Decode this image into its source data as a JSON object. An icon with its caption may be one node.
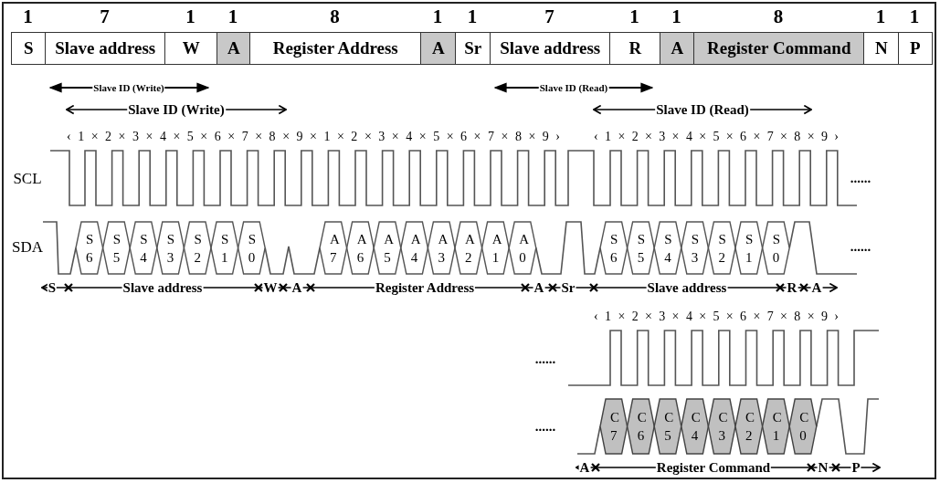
{
  "diagram": {
    "nodes": [
      {
        "text": [
          "S"
        ],
        "beside": [
          "1"
        ]
      },
      {
        "text": [
          "Slave address"
        ],
        "beside": [
          "7"
        ]
      },
      {
        "text": [
          "W"
        ],
        "beside": [
          "1"
        ]
      },
      {
        "text": [
          "A"
        ],
        "beside": [
          "1"
        ]
      },
      {
        "text": [
          "Register Address"
        ],
        "beside": [
          "8"
        ]
      },
      {
        "text": [
          "A"
        ],
        "beside": [
          "1"
        ]
      },
      {
        "text": [
          "Sr"
        ],
        "beside": [
          "1"
        ]
      },
      {
        "text": [
          "Slave address"
        ],
        "beside": [
          "7"
        ]
      },
      {
        "text": [
          "R"
        ],
        "beside": [
          "1"
        ]
      },
      {
        "text": [
          "A"
        ],
        "beside": [
          "1"
        ]
      },
      {
        "text": [
          "Register Command"
        ],
        "beside": [
          "8"
        ]
      },
      {
        "text": [
          "N"
        ],
        "beside": [
          "1"
        ]
      },
      {
        "text": [
          "P"
        ],
        "beside": [
          "1"
        ]
      }
    ],
    "labels": [
      "Slave ID (Write)",
      "Slave ID (Read)",
      "Slave ID (Write)",
      "Slave ID (Read)",
      "‹ 1 × 2 × 3 × 4 × 5 × 6 × 7 × 8 × 9 × 1 × 2 × 3 × 4 × 5 × 6 × 7 × 8 × 9 ›",
      "‹ 1 × 2 × 3 × 4 × 5 × 6 × 7 × 8 × 9 ›",
      "SCL",
      "......",
      "SDA",
      "S 6",
      "S 5",
      "S 4",
      "S 3",
      "S 2",
      "S 1",
      "S 0",
      "A 7",
      "A 6",
      "A 5",
      "A 4",
      "A 3",
      "A 2",
      "A 1",
      "A 0",
      "S 6",
      "S 5",
      "S 4",
      "S 3",
      "S 2",
      "S 1",
      "S 0",
      "......",
      "S",
      "Slave address",
      "W",
      "A",
      "Register Address",
      "A",
      "Sr",
      "Slave address",
      "R",
      "A",
      "‹ 1 × 2 × 3 × 4 × 5 × 6 × 7 × 8 × 9 ›",
      "......",
      "......",
      "C 7",
      "C 6",
      "C 5",
      "C 4",
      "C 3",
      "C 2",
      "C 1",
      "C 0",
      "A",
      "Register Command",
      "N",
      "P"
    ]
  }
}
